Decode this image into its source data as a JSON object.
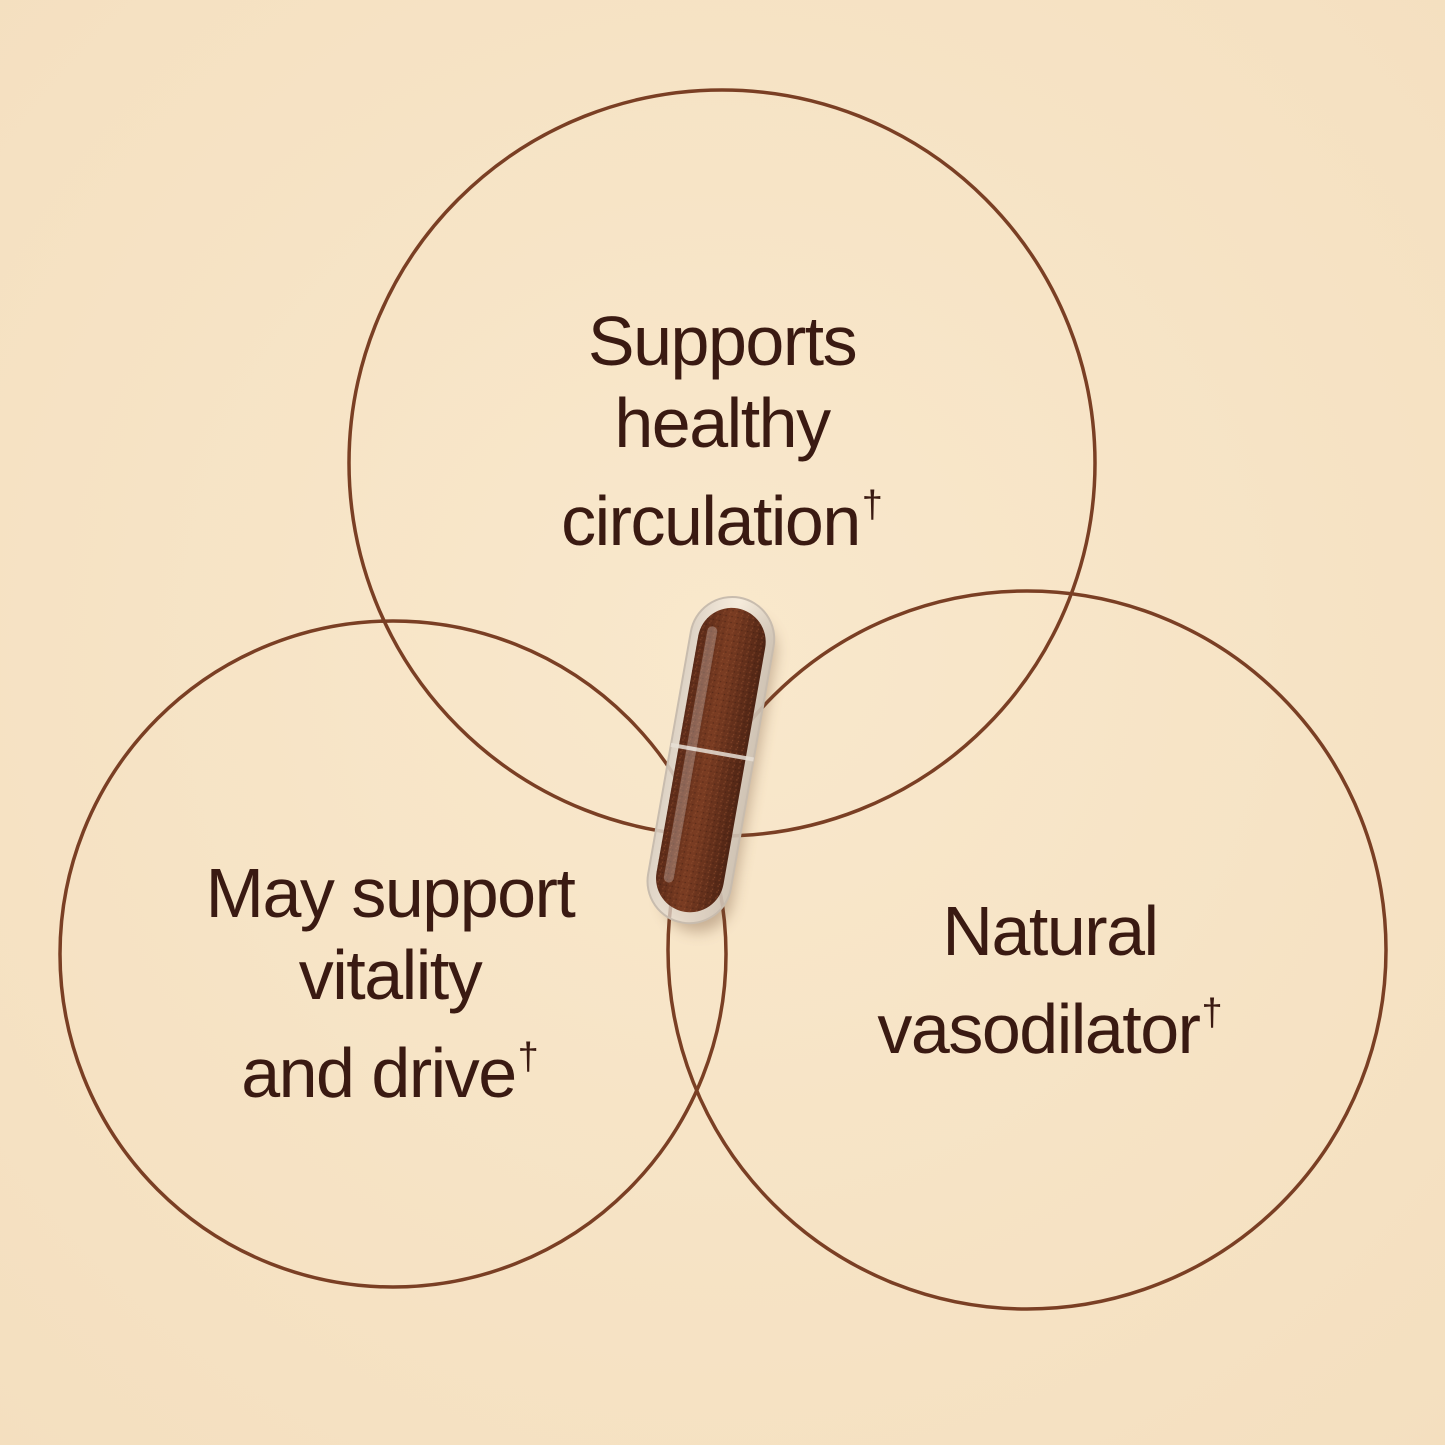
{
  "colors": {
    "background": "#f7e4c6",
    "circle_stroke": "#7a3f24",
    "text": "#3a1a12",
    "capsule_shell": "#e9dfd2",
    "capsule_powder": "#6b3320"
  },
  "circles": [
    {
      "id": "top",
      "lines": [
        "Supports",
        "healthy",
        "circulation"
      ],
      "mark": "†"
    },
    {
      "id": "left",
      "lines": [
        "May support",
        "vitality",
        "and drive"
      ],
      "mark": "†"
    },
    {
      "id": "right",
      "lines": [
        "Natural",
        "vasodilator"
      ],
      "mark": "†"
    }
  ],
  "center_image": {
    "icon": "capsule-icon"
  }
}
